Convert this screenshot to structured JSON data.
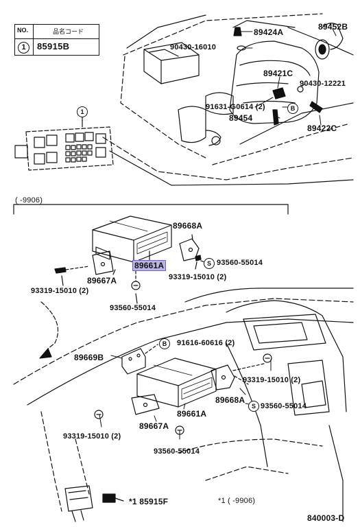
{
  "legend": {
    "col_no": "NO.",
    "col_code": "品名コード",
    "num": "1",
    "code": "85915B"
  },
  "labels": {
    "p89424A": "89424A",
    "p89452B": "89452B",
    "p90430_16010": "90430-16010",
    "p89421C": "89421C",
    "p90430_12221": "90430-12221",
    "p91631": "91631-G0614 (2)",
    "p89454": "89454",
    "p89422C": "89422C",
    "callout1": "1",
    "range_top": "(    -9906)",
    "p89668A_top": "89668A",
    "p89661A_top": "89661A",
    "p93560_right_top": "93560-55014",
    "p93319_mid_top": "93319-15010 (2)",
    "p89667A_top": "89667A",
    "p93319_left_top": "93319-15010 (2)",
    "p93560_bottom_top": "93560-55014",
    "p91616": "91616-60616 (2)",
    "p89669B": "89669B",
    "p93319_right_bot": "93319-15010 (2)",
    "p89668A_bot": "89668A",
    "p93560_right_bot": "93560-55014",
    "p89661A_bot": "89661A",
    "p89667A_bot": "89667A",
    "p93319_left_bot": "93319-15010 (2)",
    "p93560_bottom_bot": "93560-55014",
    "p85915F": "*1 85915F",
    "footnote": "*1  (    -9906)",
    "diagram_id": "840003-D",
    "mark_b": "B",
    "mark_s": "S"
  }
}
